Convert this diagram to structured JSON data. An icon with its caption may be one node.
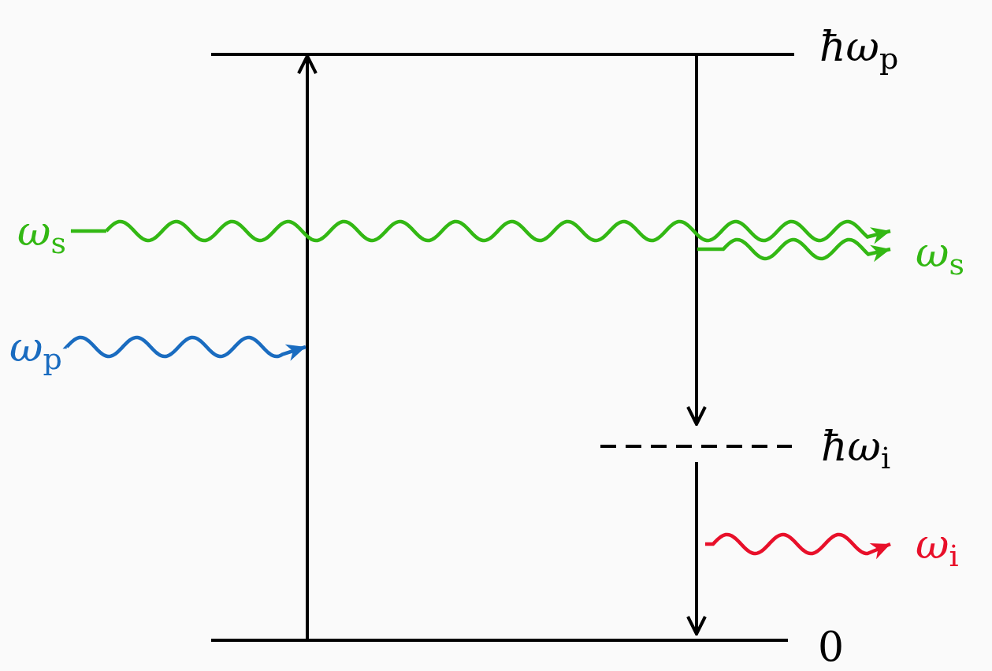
{
  "diagram": {
    "nodes": [
      {
        "text": [
          "*ħω*$_{p}$"
        ]
      },
      {
        "text": [
          "*ħω*$_{i}$"
        ]
      },
      {
        "text": [
          "0"
        ]
      },
      {
        "text": [
          "*ω*$_{s}$"
        ]
      },
      {
        "text": [
          "*ω*$_{s}$"
        ]
      },
      {
        "text": [
          "*ω*$_{p}$"
        ]
      },
      {
        "text": [
          "*ω*$_{i}$"
        ]
      }
    ],
    "edges": [
      {
        "from": 2,
        "to": 0,
        "arrow": "to"
      },
      {
        "from": 0,
        "to": 1,
        "arrow": "to"
      },
      {
        "from": 1,
        "to": 2,
        "arrow": "to"
      },
      {
        "from": 3,
        "to": 4,
        "arrow": "to",
        "color": "#33b814"
      },
      {
        "from": null,
        "to": 4,
        "arrow": "to",
        "color": "#33b814"
      },
      {
        "from": 5,
        "to": null,
        "arrow": "to",
        "color": "#1a6cc0"
      },
      {
        "from": null,
        "to": 6,
        "arrow": "to",
        "color": "#e8102a"
      }
    ]
  }
}
